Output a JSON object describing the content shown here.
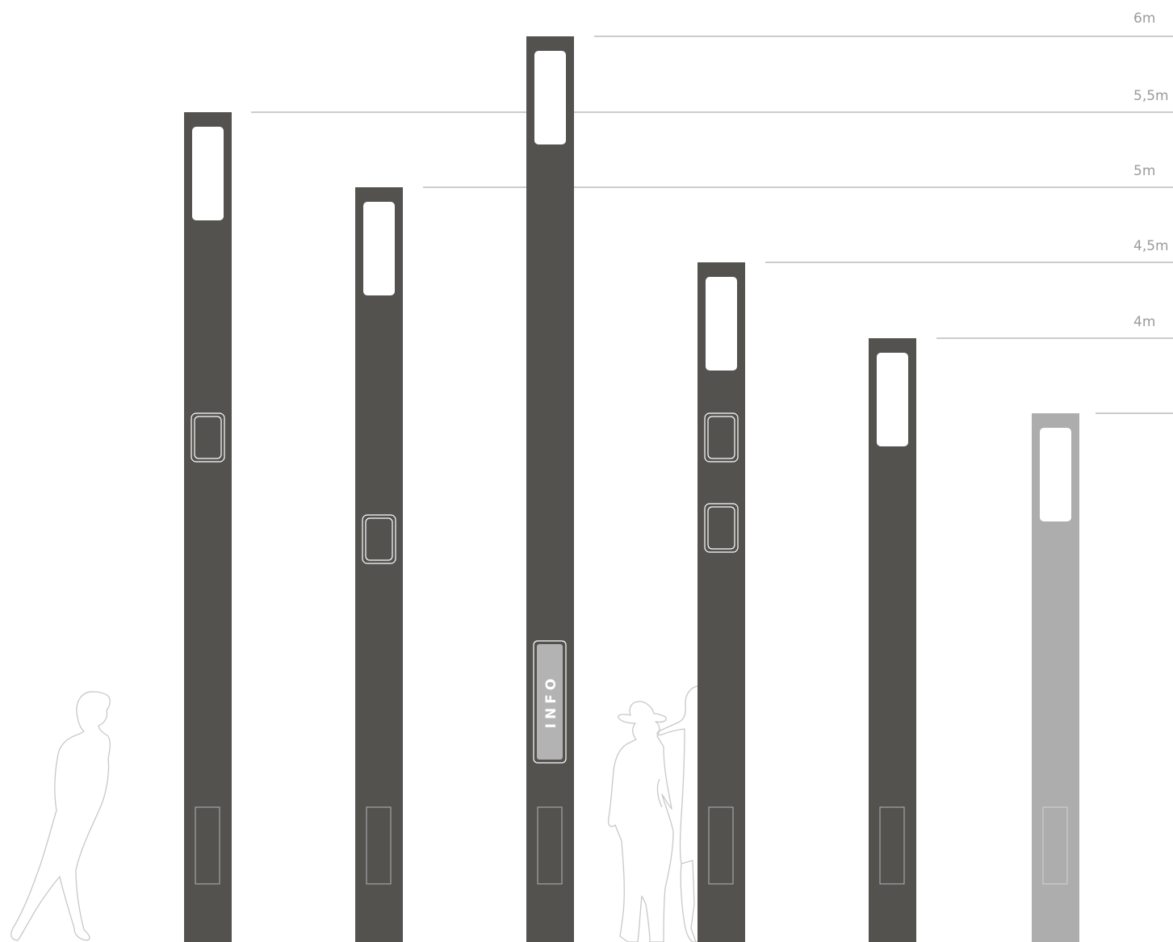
{
  "scale": {
    "unit": "m",
    "levels": [
      {
        "label": "6m",
        "value": 6
      },
      {
        "label": "5,5m",
        "value": 5.5
      },
      {
        "label": "5m",
        "value": 5
      },
      {
        "label": "4,5m",
        "value": 4.5
      },
      {
        "label": "4m",
        "value": 4
      },
      {
        "label": "",
        "value": 3.5
      }
    ]
  },
  "poles": [
    {
      "height_m": 5.5,
      "color": "#53524f",
      "frames": 1
    },
    {
      "height_m": 5,
      "color": "#53524f",
      "frames": 1
    },
    {
      "height_m": 6,
      "color": "#53524f",
      "frames": 0,
      "sign": "INFO"
    },
    {
      "height_m": 4.5,
      "color": "#53524f",
      "frames": 2
    },
    {
      "height_m": 4,
      "color": "#53524f",
      "frames": 0
    },
    {
      "height_m": 3.5,
      "color": "#adadad",
      "frames": 0
    }
  ],
  "figures": [
    "walking-person",
    "person-with-hat",
    "second-person"
  ]
}
